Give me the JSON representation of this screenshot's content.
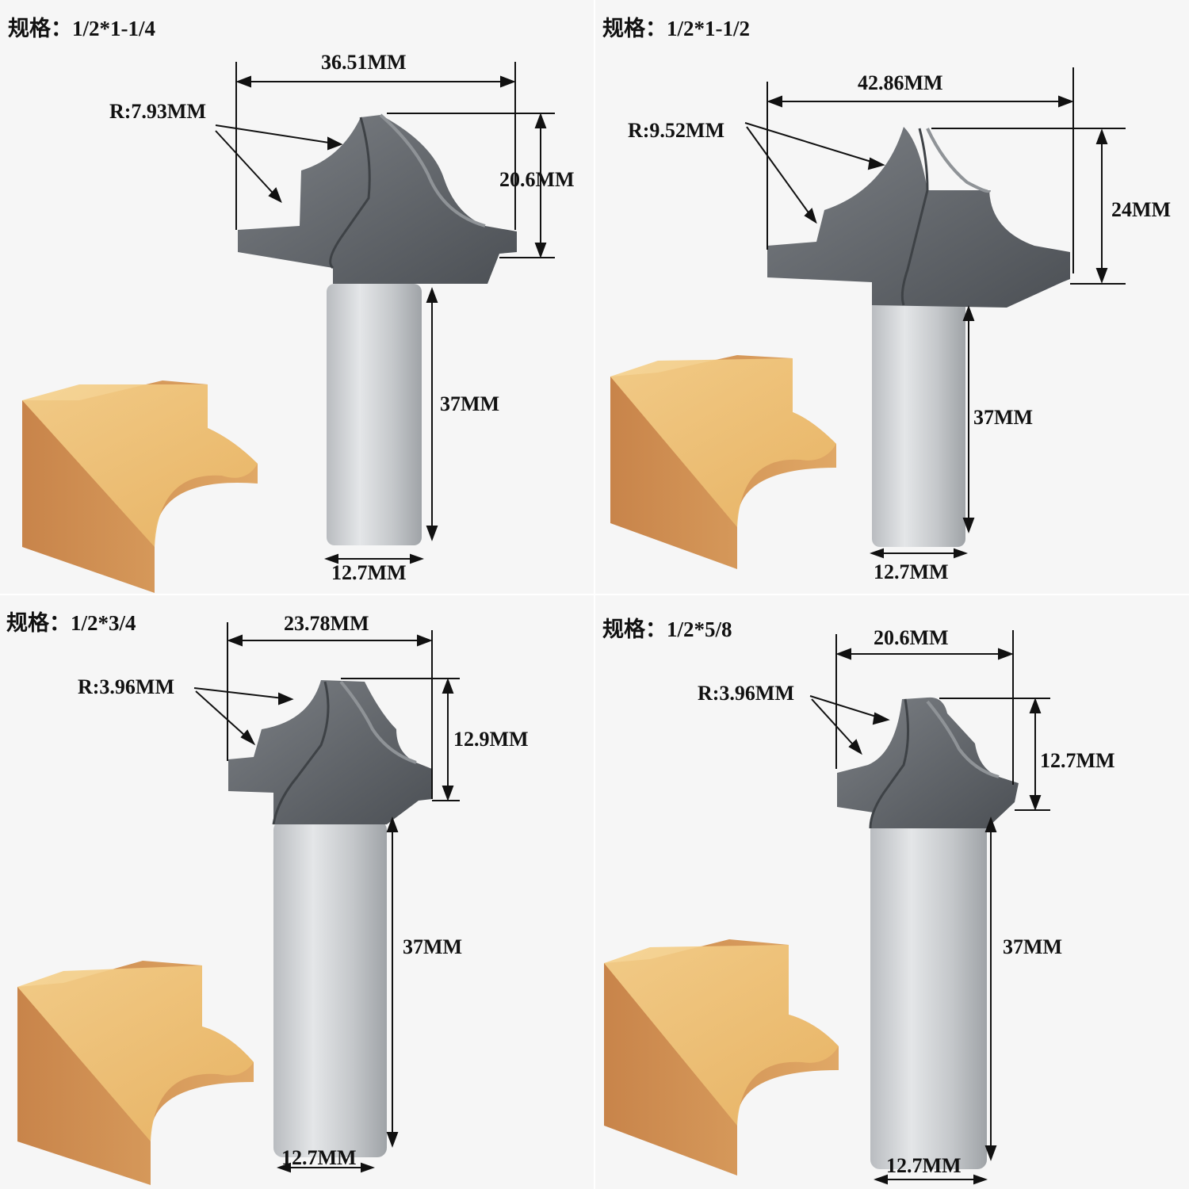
{
  "panels": [
    {
      "spec": "规格：1/2*1-1/4",
      "width_label": "36.51MM",
      "radius_label": "R:7.93MM",
      "height_label": "20.6MM",
      "shank_length_label": "37MM",
      "shank_diameter_label": "12.7MM"
    },
    {
      "spec": "规格：1/2*1-1/2",
      "width_label": "42.86MM",
      "radius_label": "R:9.52MM",
      "height_label": "24MM",
      "shank_length_label": "37MM",
      "shank_diameter_label": "12.7MM"
    },
    {
      "spec": "规格：1/2*3/4",
      "width_label": "23.78MM",
      "radius_label": "R:3.96MM",
      "height_label": "12.9MM",
      "shank_length_label": "37MM",
      "shank_diameter_label": "12.7MM"
    },
    {
      "spec": "规格：1/2*5/8",
      "width_label": "20.6MM",
      "radius_label": "R:3.96MM",
      "height_label": "12.7MM",
      "shank_length_label": "37MM",
      "shank_diameter_label": "12.7MM"
    }
  ],
  "colors": {
    "background": "#f6f6f6",
    "cutter": "#5d6166",
    "shank": "#c9cccf",
    "wood_top": "#eec37a",
    "wood_side": "#d99b58",
    "dimension_line": "#111111"
  }
}
